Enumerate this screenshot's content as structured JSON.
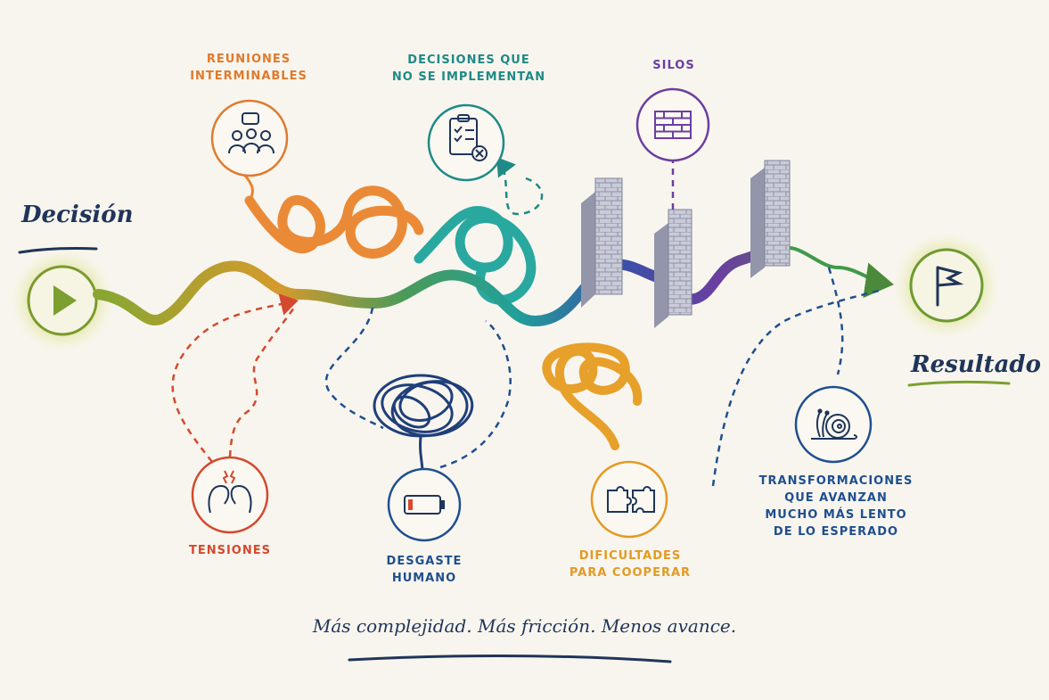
{
  "start": {
    "label": "Decisión",
    "icon": "play-icon"
  },
  "end": {
    "label": "Resultado",
    "icon": "flag-icon"
  },
  "obstacles": {
    "reuniones": {
      "lines": [
        "Reuniones",
        "interminables"
      ],
      "icon": "meeting-people-icon",
      "color": "#e07a2c"
    },
    "decisiones": {
      "lines": [
        "Decisiones que",
        "no se implementan"
      ],
      "icon": "clipboard-x-icon",
      "color": "#1f8a86"
    },
    "silos": {
      "lines": [
        "Silos"
      ],
      "icon": "brick-wall-icon",
      "color": "#6a3fa0"
    },
    "tensiones": {
      "lines": [
        "Tensiones"
      ],
      "icon": "conflict-heads-icon",
      "color": "#d4492f"
    },
    "desgaste": {
      "lines": [
        "Desgaste",
        "humano"
      ],
      "icon": "low-battery-icon",
      "color": "#1f4f8f"
    },
    "dificultades": {
      "lines": [
        "Dificultades",
        "para cooperar"
      ],
      "icon": "puzzle-icon",
      "color": "#e39a22"
    },
    "transformaciones": {
      "lines": [
        "Transformaciones",
        "que avanzan",
        "mucho más lento",
        "de lo esperado"
      ],
      "icon": "snail-icon",
      "color": "#1f4f8f"
    }
  },
  "tagline": "Más complejidad. Más fricción. Menos avance."
}
